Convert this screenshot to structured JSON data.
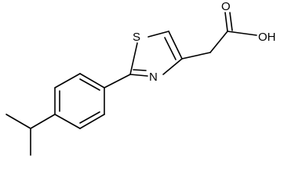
{
  "molecule": {
    "atoms": {
      "sulfur": "S",
      "nitrogen": "N",
      "carbonyl_oxygen": "O",
      "hydroxyl": "OH"
    },
    "colors": {
      "bond": "#000000",
      "label": "#000000",
      "background": "#ffffff"
    }
  }
}
